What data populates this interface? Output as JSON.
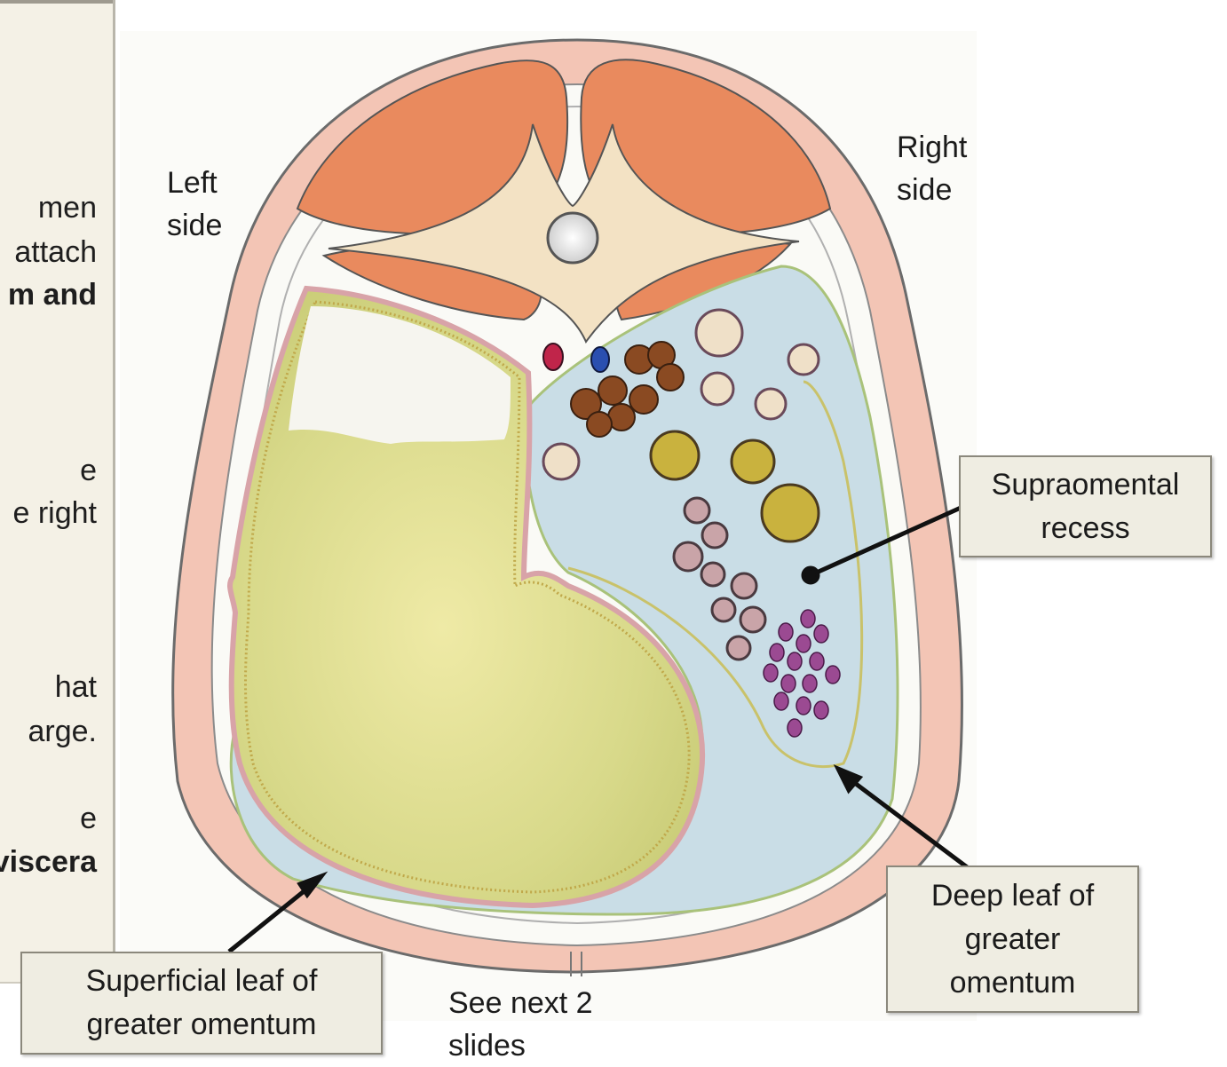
{
  "side_panel": {
    "lines": [
      {
        "text": "men",
        "bold": false
      },
      {
        "text": "attach",
        "bold": false
      },
      {
        "text": "m and",
        "bold": true
      },
      {
        "text": "e",
        "bold": false
      },
      {
        "text": "e right",
        "bold": false
      },
      {
        "text": "hat",
        "bold": false
      },
      {
        "text": "arge.",
        "bold": false
      },
      {
        "text": "e",
        "bold": false
      },
      {
        "text": "viscera",
        "bold": true
      }
    ]
  },
  "labels": {
    "left_side": "Left\nside",
    "right_side": "Right\nside",
    "see_next": "See next 2\nslides"
  },
  "callouts": {
    "supraomental": "Supraomental\nrecess",
    "deep_leaf": "Deep leaf of\ngreater\nomentum",
    "superficial_leaf": "Superficial leaf of\ngreater omentum"
  },
  "colors": {
    "muscle": "#e98a5e",
    "body_wall": "#f1b7a3",
    "stomach": "#d9d98a",
    "lesser_sac": "#c9dde6",
    "peritoneum_line": "#d8a3a8",
    "callout_bg": "#efede2"
  }
}
